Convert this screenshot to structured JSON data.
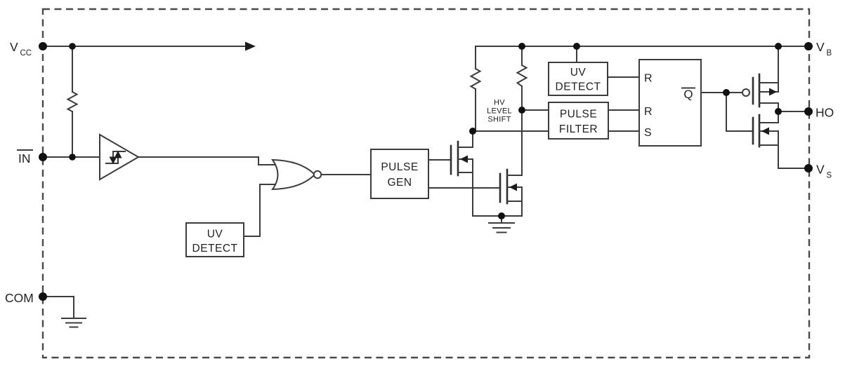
{
  "diagram": {
    "kind": "gate-driver-ic-functional-block-diagram",
    "colors": {
      "line": "#3c3c3c",
      "text": "#222222",
      "dot": "#111111",
      "background": "#ffffff"
    },
    "pins": {
      "vcc": {
        "main": "V",
        "sub": "CC"
      },
      "in": {
        "main": "IN",
        "overbar": true
      },
      "com": {
        "main": "COM"
      },
      "vb": {
        "main": "V",
        "sub": "B"
      },
      "ho": {
        "main": "HO"
      },
      "vs": {
        "main": "V",
        "sub": "S"
      }
    },
    "blocks": {
      "uv_detect_input": {
        "line1": "UV",
        "line2": "DETECT"
      },
      "pulse_gen": {
        "line1": "PULSE",
        "line2": "GEN"
      },
      "hv_level_shift": {
        "line1": "HV",
        "line2": "LEVEL",
        "line3": "SHIFT"
      },
      "uv_detect_highside": {
        "line1": "UV",
        "line2": "DETECT"
      },
      "pulse_filter": {
        "line1": "PULSE",
        "line2": "FILTER"
      },
      "latch": {
        "in1": "R",
        "in2": "R",
        "in3": "S",
        "out": "Q",
        "out_overbar": true
      }
    }
  }
}
